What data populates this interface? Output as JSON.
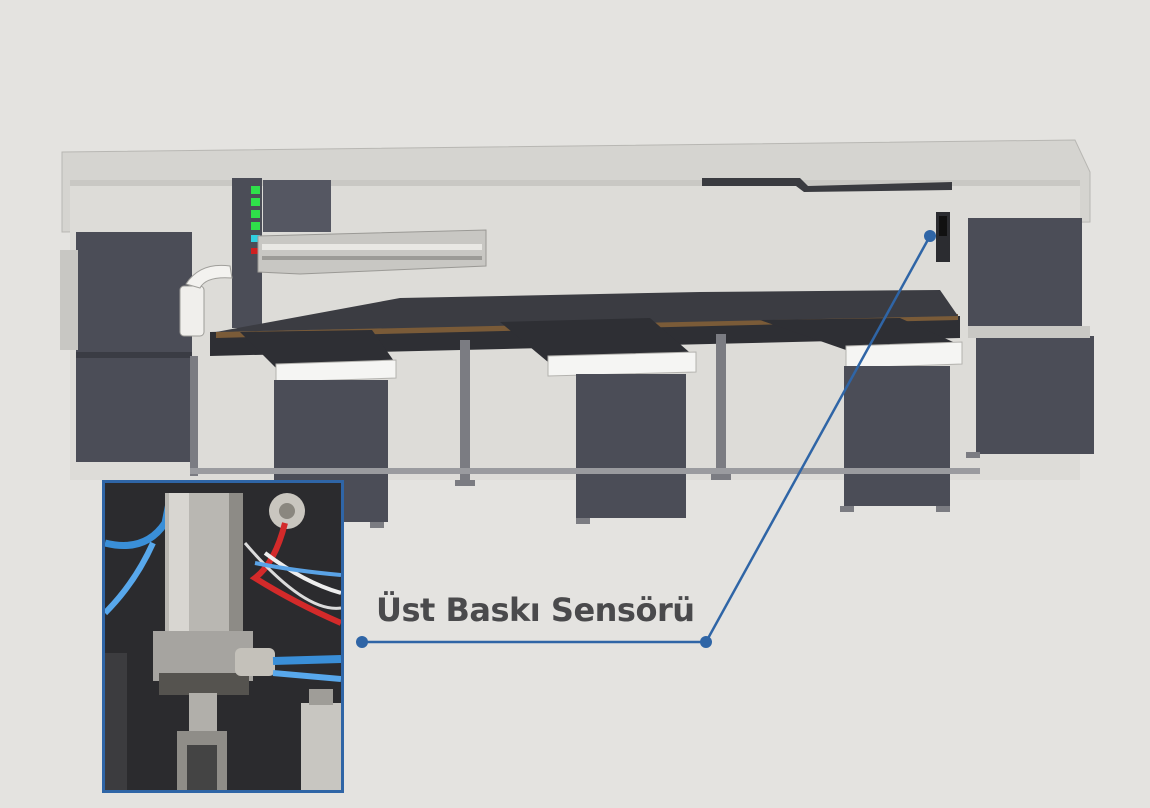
{
  "callout": {
    "label": "Üst Baskı Sensörü"
  },
  "colors": {
    "background": "#e4e3e0",
    "accent_line": "#2f65a6",
    "machine_body": "#d8d7d3",
    "machine_dark": "#4b4d57",
    "label_text": "#4a4a4c",
    "indicator_green": "#2fe04a",
    "indicator_cyan": "#30d0e0",
    "indicator_red": "#d02020"
  },
  "illustration": {
    "subject": "panel-saw-machine",
    "indicator_lights": [
      "green",
      "green",
      "green",
      "green",
      "cyan",
      "red"
    ]
  }
}
